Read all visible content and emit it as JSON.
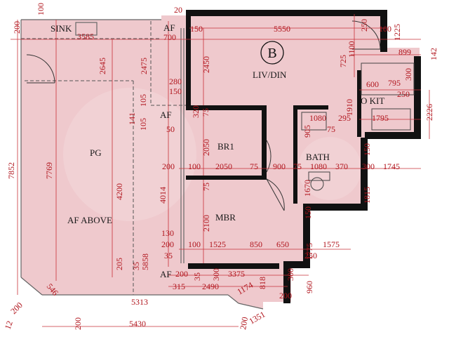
{
  "plan": {
    "unit_badge": "B",
    "colors": {
      "floor": "#efc9cd",
      "wall": "#111111",
      "dim": "#c8323a",
      "text": "#1a1a1a",
      "page": "#ffffff"
    },
    "rooms": {
      "liv_din": "LIV/DIN",
      "pg": "PG",
      "af_above": "AF ABOVE",
      "br1": "BR1",
      "mbr": "MBR",
      "bath": "BATH",
      "o_kit": "O KIT",
      "sink": "SINK",
      "af_top": "AF",
      "af_mid": "AF",
      "af_bottom": "AF"
    },
    "dimensions": [
      {
        "id": "d1",
        "text": "200"
      },
      {
        "id": "d2",
        "text": "100"
      },
      {
        "id": "d3",
        "text": "20"
      },
      {
        "id": "d4",
        "text": "3585"
      },
      {
        "id": "d5",
        "text": "700"
      },
      {
        "id": "d6",
        "text": "150"
      },
      {
        "id": "d7",
        "text": "5550"
      },
      {
        "id": "d8",
        "text": "250"
      },
      {
        "id": "d9",
        "text": "100"
      },
      {
        "id": "d10",
        "text": "1225"
      },
      {
        "id": "d11",
        "text": "1100"
      },
      {
        "id": "d12",
        "text": "899"
      },
      {
        "id": "d13",
        "text": "142"
      },
      {
        "id": "d14",
        "text": "2645"
      },
      {
        "id": "d15",
        "text": "2475"
      },
      {
        "id": "d16",
        "text": "2450"
      },
      {
        "id": "d17",
        "text": "725"
      },
      {
        "id": "d18",
        "text": "300"
      },
      {
        "id": "d19",
        "text": "280"
      },
      {
        "id": "d20",
        "text": "150"
      },
      {
        "id": "d21",
        "text": "600"
      },
      {
        "id": "d22",
        "text": "795"
      },
      {
        "id": "d23",
        "text": "250"
      },
      {
        "id": "d24",
        "text": "1910"
      },
      {
        "id": "d25",
        "text": "2226"
      },
      {
        "id": "d26",
        "text": "141"
      },
      {
        "id": "d27",
        "text": "105"
      },
      {
        "id": "d28",
        "text": "105"
      },
      {
        "id": "d29",
        "text": "320"
      },
      {
        "id": "d30",
        "text": "75"
      },
      {
        "id": "d31",
        "text": "1080"
      },
      {
        "id": "d32",
        "text": "295"
      },
      {
        "id": "d33",
        "text": "1795"
      },
      {
        "id": "d34",
        "text": "50"
      },
      {
        "id": "d35",
        "text": "905"
      },
      {
        "id": "d36",
        "text": "75"
      },
      {
        "id": "d37",
        "text": "7852"
      },
      {
        "id": "d38",
        "text": "7769"
      },
      {
        "id": "d39",
        "text": "2050"
      },
      {
        "id": "d40",
        "text": "150"
      },
      {
        "id": "d41",
        "text": "200"
      },
      {
        "id": "d42",
        "text": "100"
      },
      {
        "id": "d43",
        "text": "2050"
      },
      {
        "id": "d44",
        "text": "75"
      },
      {
        "id": "d45",
        "text": "900"
      },
      {
        "id": "d46",
        "text": "75"
      },
      {
        "id": "d47",
        "text": "1080"
      },
      {
        "id": "d48",
        "text": "370"
      },
      {
        "id": "d49",
        "text": "300"
      },
      {
        "id": "d50",
        "text": "1745"
      },
      {
        "id": "d51",
        "text": "4200"
      },
      {
        "id": "d52",
        "text": "4014"
      },
      {
        "id": "d53",
        "text": "75"
      },
      {
        "id": "d54",
        "text": "1670"
      },
      {
        "id": "d55",
        "text": "1815"
      },
      {
        "id": "d56",
        "text": "2100"
      },
      {
        "id": "d57",
        "text": "150"
      },
      {
        "id": "d58",
        "text": "130"
      },
      {
        "id": "d59",
        "text": "200"
      },
      {
        "id": "d60",
        "text": "100"
      },
      {
        "id": "d61",
        "text": "1525"
      },
      {
        "id": "d62",
        "text": "850"
      },
      {
        "id": "d63",
        "text": "650"
      },
      {
        "id": "d64",
        "text": "1575"
      },
      {
        "id": "d65",
        "text": "1775"
      },
      {
        "id": "d66",
        "text": "205"
      },
      {
        "id": "d67",
        "text": "35"
      },
      {
        "id": "d68",
        "text": "5858"
      },
      {
        "id": "d69",
        "text": "35"
      },
      {
        "id": "d70",
        "text": "250"
      },
      {
        "id": "d71",
        "text": "200"
      },
      {
        "id": "d72",
        "text": "35"
      },
      {
        "id": "d73",
        "text": "300"
      },
      {
        "id": "d74",
        "text": "3375"
      },
      {
        "id": "d75",
        "text": "546"
      },
      {
        "id": "d76",
        "text": "300"
      },
      {
        "id": "d77",
        "text": "960"
      },
      {
        "id": "d78",
        "text": "315"
      },
      {
        "id": "d79",
        "text": "2490"
      },
      {
        "id": "d80",
        "text": "1174"
      },
      {
        "id": "d81",
        "text": "818"
      },
      {
        "id": "d82",
        "text": "200"
      },
      {
        "id": "d83",
        "text": "5313"
      },
      {
        "id": "d84",
        "text": "200"
      },
      {
        "id": "d85",
        "text": "12"
      },
      {
        "id": "d86",
        "text": "200"
      },
      {
        "id": "d87",
        "text": "5430"
      },
      {
        "id": "d88",
        "text": "200"
      },
      {
        "id": "d89",
        "text": "1351"
      }
    ]
  }
}
